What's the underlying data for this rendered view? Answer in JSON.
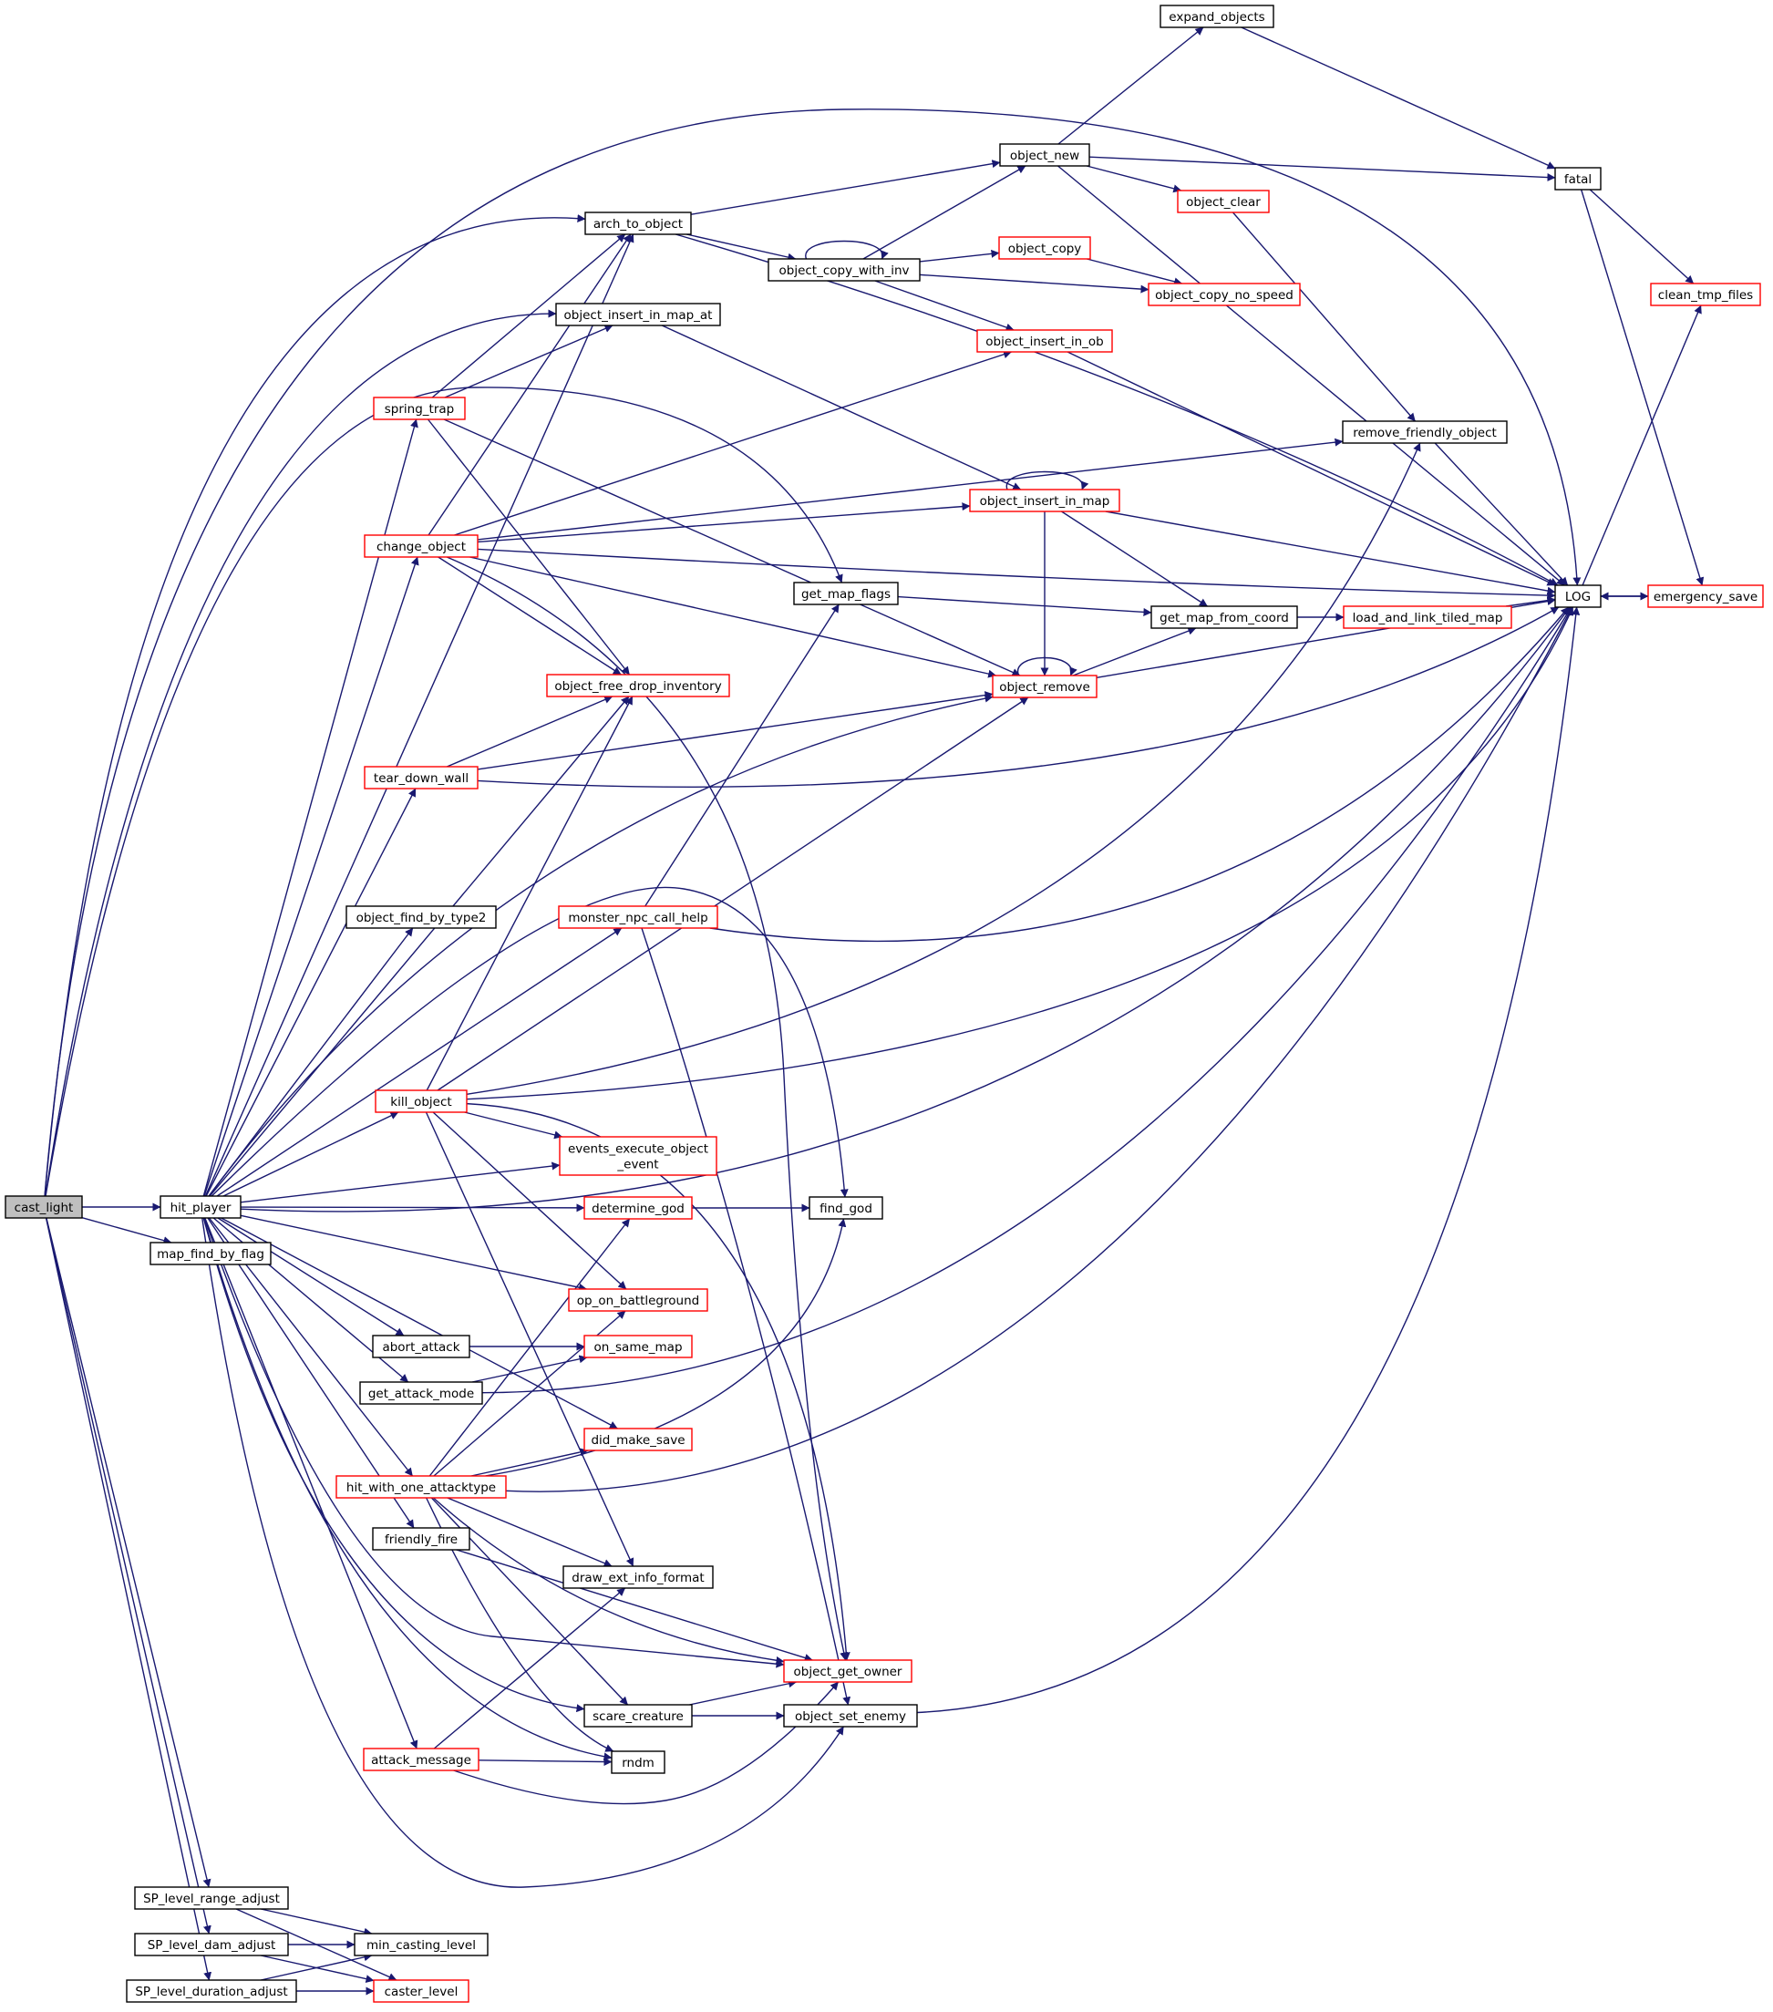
{
  "colors": {
    "edge": "#191970",
    "node_border_default": "#000000",
    "node_border_truncated": "#ff0000",
    "node_fill_default": "#ffffff",
    "node_fill_root": "#bfbfbf"
  },
  "nodes": [
    {
      "id": "cast_light",
      "label": "cast_light",
      "style": "root"
    },
    {
      "id": "hit_player",
      "label": "hit_player",
      "style": "normal"
    },
    {
      "id": "map_find_by_flag",
      "label": "map_find_by_flag",
      "style": "normal"
    },
    {
      "id": "SP_level_range_adjust",
      "label": "SP_level_range_adjust",
      "style": "normal"
    },
    {
      "id": "SP_level_dam_adjust",
      "label": "SP_level_dam_adjust",
      "style": "normal"
    },
    {
      "id": "SP_level_duration_adjust",
      "label": "SP_level_duration_adjust",
      "style": "normal"
    },
    {
      "id": "spring_trap",
      "label": "spring_trap",
      "style": "truncated"
    },
    {
      "id": "change_object",
      "label": "change_object",
      "style": "truncated"
    },
    {
      "id": "tear_down_wall",
      "label": "tear_down_wall",
      "style": "truncated"
    },
    {
      "id": "object_find_by_type2",
      "label": "object_find_by_type2",
      "style": "normal"
    },
    {
      "id": "kill_object",
      "label": "kill_object",
      "style": "truncated"
    },
    {
      "id": "abort_attack",
      "label": "abort_attack",
      "style": "normal"
    },
    {
      "id": "get_attack_mode",
      "label": "get_attack_mode",
      "style": "normal"
    },
    {
      "id": "hit_with_one_attacktype",
      "label": "hit_with_one_attacktype",
      "style": "truncated"
    },
    {
      "id": "friendly_fire",
      "label": "friendly_fire",
      "style": "normal"
    },
    {
      "id": "attack_message",
      "label": "attack_message",
      "style": "truncated"
    },
    {
      "id": "min_casting_level",
      "label": "min_casting_level",
      "style": "normal"
    },
    {
      "id": "caster_level",
      "label": "caster_level",
      "style": "truncated"
    },
    {
      "id": "arch_to_object",
      "label": "arch_to_object",
      "style": "normal"
    },
    {
      "id": "object_insert_in_map_at",
      "label": "object_insert_in_map_at",
      "style": "normal"
    },
    {
      "id": "object_free_drop_inventory",
      "label": "object_free_drop_inventory",
      "style": "truncated"
    },
    {
      "id": "monster_npc_call_help",
      "label": "monster_npc_call_help",
      "style": "truncated"
    },
    {
      "id": "events_execute_object_event",
      "label": "events_execute_object\n_event",
      "style": "truncated"
    },
    {
      "id": "determine_god",
      "label": "determine_god",
      "style": "truncated"
    },
    {
      "id": "op_on_battleground",
      "label": "op_on_battleground",
      "style": "truncated"
    },
    {
      "id": "on_same_map",
      "label": "on_same_map",
      "style": "truncated"
    },
    {
      "id": "did_make_save",
      "label": "did_make_save",
      "style": "truncated"
    },
    {
      "id": "draw_ext_info_format",
      "label": "draw_ext_info_format",
      "style": "normal"
    },
    {
      "id": "scare_creature",
      "label": "scare_creature",
      "style": "normal"
    },
    {
      "id": "rndm",
      "label": "rndm",
      "style": "normal"
    },
    {
      "id": "object_copy_with_inv",
      "label": "object_copy_with_inv",
      "style": "normal"
    },
    {
      "id": "get_map_flags",
      "label": "get_map_flags",
      "style": "normal"
    },
    {
      "id": "find_god",
      "label": "find_god",
      "style": "normal"
    },
    {
      "id": "object_get_owner",
      "label": "object_get_owner",
      "style": "truncated"
    },
    {
      "id": "object_set_enemy",
      "label": "object_set_enemy",
      "style": "normal"
    },
    {
      "id": "object_new",
      "label": "object_new",
      "style": "normal"
    },
    {
      "id": "object_copy",
      "label": "object_copy",
      "style": "truncated"
    },
    {
      "id": "object_insert_in_ob",
      "label": "object_insert_in_ob",
      "style": "truncated"
    },
    {
      "id": "object_insert_in_map",
      "label": "object_insert_in_map",
      "style": "truncated"
    },
    {
      "id": "object_remove",
      "label": "object_remove",
      "style": "truncated"
    },
    {
      "id": "expand_objects",
      "label": "expand_objects",
      "style": "normal"
    },
    {
      "id": "object_clear",
      "label": "object_clear",
      "style": "truncated"
    },
    {
      "id": "object_copy_no_speed",
      "label": "object_copy_no_speed",
      "style": "truncated"
    },
    {
      "id": "get_map_from_coord",
      "label": "get_map_from_coord",
      "style": "normal"
    },
    {
      "id": "remove_friendly_object",
      "label": "remove_friendly_object",
      "style": "normal"
    },
    {
      "id": "load_and_link_tiled_map",
      "label": "load_and_link_tiled_map",
      "style": "truncated"
    },
    {
      "id": "fatal",
      "label": "fatal",
      "style": "normal"
    },
    {
      "id": "LOG",
      "label": "LOG",
      "style": "normal"
    },
    {
      "id": "clean_tmp_files",
      "label": "clean_tmp_files",
      "style": "truncated"
    },
    {
      "id": "emergency_save",
      "label": "emergency_save",
      "style": "truncated"
    }
  ],
  "edges": [
    [
      "cast_light",
      "hit_player"
    ],
    [
      "cast_light",
      "map_find_by_flag"
    ],
    [
      "cast_light",
      "SP_level_range_adjust"
    ],
    [
      "cast_light",
      "SP_level_dam_adjust"
    ],
    [
      "cast_light",
      "SP_level_duration_adjust"
    ],
    [
      "cast_light",
      "arch_to_object"
    ],
    [
      "cast_light",
      "object_insert_in_map_at"
    ],
    [
      "cast_light",
      "get_map_flags"
    ],
    [
      "cast_light",
      "LOG"
    ],
    [
      "hit_player",
      "spring_trap"
    ],
    [
      "hit_player",
      "change_object"
    ],
    [
      "hit_player",
      "tear_down_wall"
    ],
    [
      "hit_player",
      "object_find_by_type2"
    ],
    [
      "hit_player",
      "kill_object"
    ],
    [
      "hit_player",
      "abort_attack"
    ],
    [
      "hit_player",
      "get_attack_mode"
    ],
    [
      "hit_player",
      "hit_with_one_attacktype"
    ],
    [
      "hit_player",
      "friendly_fire"
    ],
    [
      "hit_player",
      "attack_message"
    ],
    [
      "hit_player",
      "arch_to_object"
    ],
    [
      "hit_player",
      "object_free_drop_inventory"
    ],
    [
      "hit_player",
      "monster_npc_call_help"
    ],
    [
      "hit_player",
      "events_execute_object_event"
    ],
    [
      "hit_player",
      "determine_god"
    ],
    [
      "hit_player",
      "op_on_battleground"
    ],
    [
      "hit_player",
      "did_make_save"
    ],
    [
      "hit_player",
      "scare_creature"
    ],
    [
      "hit_player",
      "rndm"
    ],
    [
      "hit_player",
      "find_god"
    ],
    [
      "hit_player",
      "object_get_owner"
    ],
    [
      "hit_player",
      "object_set_enemy"
    ],
    [
      "hit_player",
      "object_remove"
    ],
    [
      "hit_player",
      "LOG"
    ],
    [
      "spring_trap",
      "arch_to_object"
    ],
    [
      "spring_trap",
      "object_insert_in_map_at"
    ],
    [
      "spring_trap",
      "object_free_drop_inventory"
    ],
    [
      "spring_trap",
      "object_remove"
    ],
    [
      "change_object",
      "arch_to_object"
    ],
    [
      "change_object",
      "object_insert_in_ob"
    ],
    [
      "change_object",
      "remove_friendly_object"
    ],
    [
      "change_object",
      "object_insert_in_map"
    ],
    [
      "change_object",
      "object_free_drop_inventory"
    ],
    [
      "change_object",
      "object_remove"
    ],
    [
      "change_object",
      "object_get_owner"
    ],
    [
      "change_object",
      "LOG"
    ],
    [
      "tear_down_wall",
      "object_free_drop_inventory"
    ],
    [
      "tear_down_wall",
      "object_remove"
    ],
    [
      "tear_down_wall",
      "LOG"
    ],
    [
      "kill_object",
      "object_free_drop_inventory"
    ],
    [
      "kill_object",
      "object_remove"
    ],
    [
      "kill_object",
      "remove_friendly_object"
    ],
    [
      "kill_object",
      "events_execute_object_event"
    ],
    [
      "kill_object",
      "op_on_battleground"
    ],
    [
      "kill_object",
      "draw_ext_info_format"
    ],
    [
      "kill_object",
      "object_get_owner"
    ],
    [
      "kill_object",
      "LOG"
    ],
    [
      "monster_npc_call_help",
      "get_map_flags"
    ],
    [
      "monster_npc_call_help",
      "object_set_enemy"
    ],
    [
      "monster_npc_call_help",
      "LOG"
    ],
    [
      "abort_attack",
      "on_same_map"
    ],
    [
      "get_attack_mode",
      "on_same_map"
    ],
    [
      "get_attack_mode",
      "LOG"
    ],
    [
      "hit_with_one_attacktype",
      "determine_god"
    ],
    [
      "hit_with_one_attacktype",
      "op_on_battleground"
    ],
    [
      "hit_with_one_attacktype",
      "did_make_save"
    ],
    [
      "hit_with_one_attacktype",
      "draw_ext_info_format"
    ],
    [
      "hit_with_one_attacktype",
      "find_god"
    ],
    [
      "hit_with_one_attacktype",
      "object_get_owner"
    ],
    [
      "hit_with_one_attacktype",
      "scare_creature"
    ],
    [
      "hit_with_one_attacktype",
      "rndm"
    ],
    [
      "hit_with_one_attacktype",
      "LOG"
    ],
    [
      "friendly_fire",
      "object_get_owner"
    ],
    [
      "attack_message",
      "draw_ext_info_format"
    ],
    [
      "attack_message",
      "rndm"
    ],
    [
      "attack_message",
      "object_get_owner"
    ],
    [
      "determine_god",
      "find_god"
    ],
    [
      "scare_creature",
      "object_get_owner"
    ],
    [
      "scare_creature",
      "object_set_enemy"
    ],
    [
      "object_set_enemy",
      "LOG"
    ],
    [
      "SP_level_range_adjust",
      "min_casting_level"
    ],
    [
      "SP_level_range_adjust",
      "caster_level"
    ],
    [
      "SP_level_dam_adjust",
      "min_casting_level"
    ],
    [
      "SP_level_dam_adjust",
      "caster_level"
    ],
    [
      "SP_level_duration_adjust",
      "min_casting_level"
    ],
    [
      "SP_level_duration_adjust",
      "caster_level"
    ],
    [
      "arch_to_object",
      "object_new"
    ],
    [
      "arch_to_object",
      "object_copy_with_inv"
    ],
    [
      "arch_to_object",
      "LOG"
    ],
    [
      "object_insert_in_map_at",
      "object_insert_in_map"
    ],
    [
      "object_copy_with_inv",
      "object_copy_with_inv"
    ],
    [
      "object_copy_with_inv",
      "object_new"
    ],
    [
      "object_copy_with_inv",
      "object_copy"
    ],
    [
      "object_copy_with_inv",
      "object_copy_no_speed"
    ],
    [
      "object_copy_with_inv",
      "object_insert_in_ob"
    ],
    [
      "object_new",
      "expand_objects"
    ],
    [
      "object_new",
      "fatal"
    ],
    [
      "object_new",
      "object_clear"
    ],
    [
      "object_new",
      "LOG"
    ],
    [
      "object_clear",
      "remove_friendly_object"
    ],
    [
      "object_copy",
      "object_copy_no_speed"
    ],
    [
      "object_insert_in_ob",
      "LOG"
    ],
    [
      "object_insert_in_map",
      "object_insert_in_map"
    ],
    [
      "object_insert_in_map",
      "get_map_from_coord"
    ],
    [
      "object_insert_in_map",
      "object_remove"
    ],
    [
      "object_insert_in_map",
      "LOG"
    ],
    [
      "get_map_flags",
      "get_map_from_coord"
    ],
    [
      "object_remove",
      "object_remove"
    ],
    [
      "object_remove",
      "get_map_from_coord"
    ],
    [
      "object_remove",
      "LOG"
    ],
    [
      "get_map_from_coord",
      "load_and_link_tiled_map"
    ],
    [
      "load_and_link_tiled_map",
      "LOG"
    ],
    [
      "remove_friendly_object",
      "LOG"
    ],
    [
      "expand_objects",
      "fatal"
    ],
    [
      "fatal",
      "clean_tmp_files"
    ],
    [
      "fatal",
      "emergency_save"
    ],
    [
      "LOG",
      "clean_tmp_files"
    ],
    [
      "LOG",
      "emergency_save"
    ],
    [
      "emergency_save",
      "LOG"
    ]
  ]
}
